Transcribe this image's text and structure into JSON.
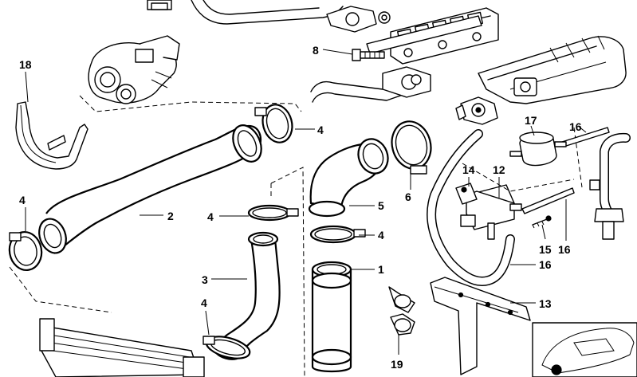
{
  "diagram": {
    "labels": [
      {
        "id": "l1",
        "text": "1"
      },
      {
        "id": "l2",
        "text": "2"
      },
      {
        "id": "l3",
        "text": "3"
      },
      {
        "id": "l4a",
        "text": "4"
      },
      {
        "id": "l4b",
        "text": "4"
      },
      {
        "id": "l4c",
        "text": "4"
      },
      {
        "id": "l4d",
        "text": "4"
      },
      {
        "id": "l4e",
        "text": "4"
      },
      {
        "id": "l5",
        "text": "5"
      },
      {
        "id": "l6",
        "text": "6"
      },
      {
        "id": "l8",
        "text": "8"
      },
      {
        "id": "l12",
        "text": "12"
      },
      {
        "id": "l13",
        "text": "13"
      },
      {
        "id": "l14",
        "text": "14"
      },
      {
        "id": "l15",
        "text": "15"
      },
      {
        "id": "l16a",
        "text": "16"
      },
      {
        "id": "l16b",
        "text": "16"
      },
      {
        "id": "l16c",
        "text": "16"
      },
      {
        "id": "l17",
        "text": "17"
      },
      {
        "id": "l18",
        "text": "18"
      },
      {
        "id": "l19",
        "text": "19"
      }
    ]
  }
}
